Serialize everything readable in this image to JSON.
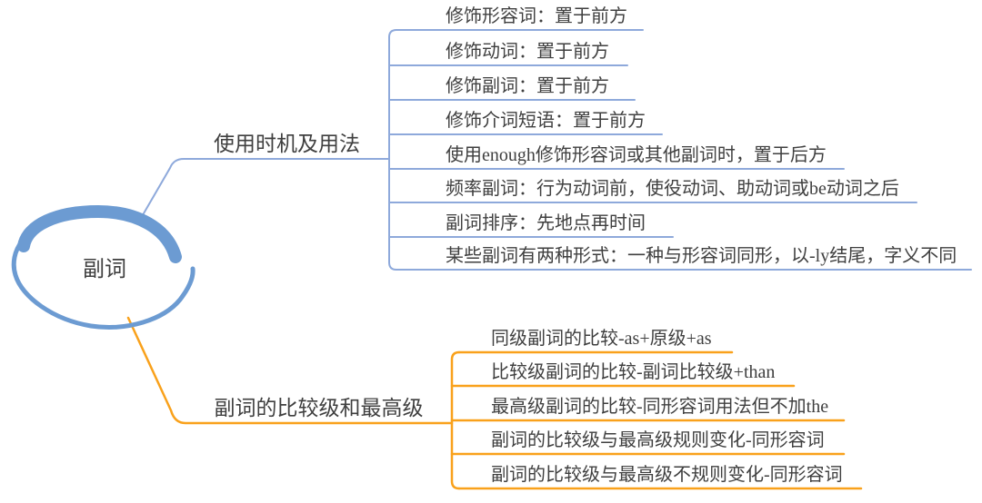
{
  "colors": {
    "branch1_blue": "#8EA9DB",
    "branch2_orange": "#F9A11B",
    "root_blue": "#6C9BD2",
    "text": "#3F3F3F"
  },
  "root": {
    "label": "副词"
  },
  "branches": [
    {
      "label": "使用时机及用法",
      "items": [
        "修饰形容词：置于前方",
        "修饰动词：置于前方",
        "修饰副词：置于前方",
        "修饰介词短语：置于前方",
        "使用enough修饰形容词或其他副词时，置于后方",
        "频率副词：行为动词前，使役动词、助动词或be动词之后",
        "副词排序：先地点再时间",
        "某些副词有两种形式：一种与形容词同形，以-ly结尾，字义不同"
      ]
    },
    {
      "label": "副词的比较级和最高级",
      "items": [
        "同级副词的比较-as+原级+as",
        "比较级副词的比较-副词比较级+than",
        "最高级副词的比较-同形容词用法但不加the",
        "副词的比较级与最高级规则变化-同形容词",
        "副词的比较级与最高级不规则变化-同形容词"
      ]
    }
  ]
}
